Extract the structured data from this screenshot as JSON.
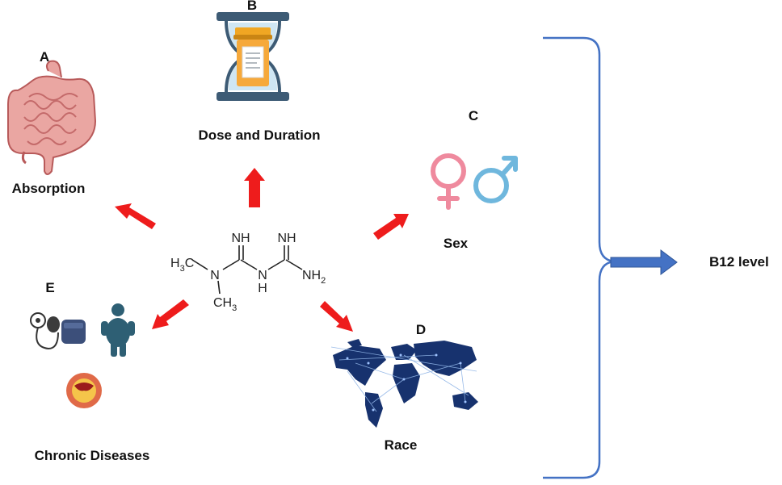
{
  "nodes": {
    "absorption": {
      "letter": "A",
      "label": "Absorption"
    },
    "dose": {
      "letter": "B",
      "label": "Dose and Duration"
    },
    "sex": {
      "letter": "C",
      "label": "Sex"
    },
    "race": {
      "letter": "D",
      "label": "Race"
    },
    "chronic": {
      "letter": "E",
      "label": "Chronic Diseases"
    }
  },
  "molecule": {
    "nh_left": "NH",
    "nh_right": "NH",
    "h3c": "H",
    "h3c_sub": "3",
    "h3c_c": "C",
    "n_left": "N",
    "n_middle": "N",
    "h_middle": "H",
    "nh2": "NH",
    "nh2_sub": "2",
    "ch3": "CH",
    "ch3_sub": "3"
  },
  "outcome": {
    "label": "B12 level"
  },
  "colors": {
    "arrow_red": "#ee1c1c",
    "bracket_blue": "#4472c4",
    "female_pink": "#ef8a9e",
    "male_blue": "#6fb7dd",
    "map_blue": "#17326e"
  }
}
